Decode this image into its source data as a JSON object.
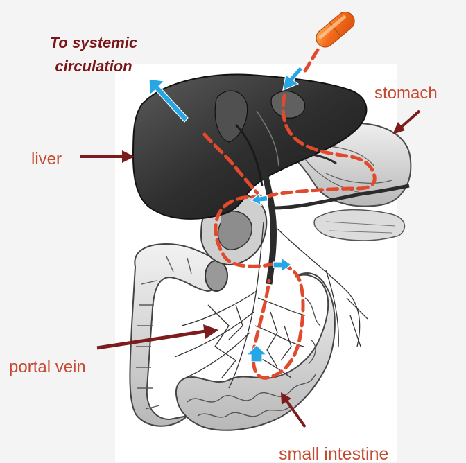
{
  "labels": {
    "systemic_line1": "To systemic",
    "systemic_line2": "circulation",
    "stomach": "stomach",
    "liver": "liver",
    "portal_vein": "portal vein",
    "small_intestine": "small intestine"
  },
  "colors": {
    "drug_path": "#e24a2d",
    "flow_arrow": "#27a6e5",
    "pointer_arrow": "#7d1c1c",
    "label_text": "#c64a32",
    "title_text": "#7a1618",
    "capsule": "#f36c1b"
  },
  "icons": {
    "capsule": "capsule-icon",
    "flow": "blue-flow-arrow-icon",
    "pointer": "label-pointer-arrow-icon"
  }
}
